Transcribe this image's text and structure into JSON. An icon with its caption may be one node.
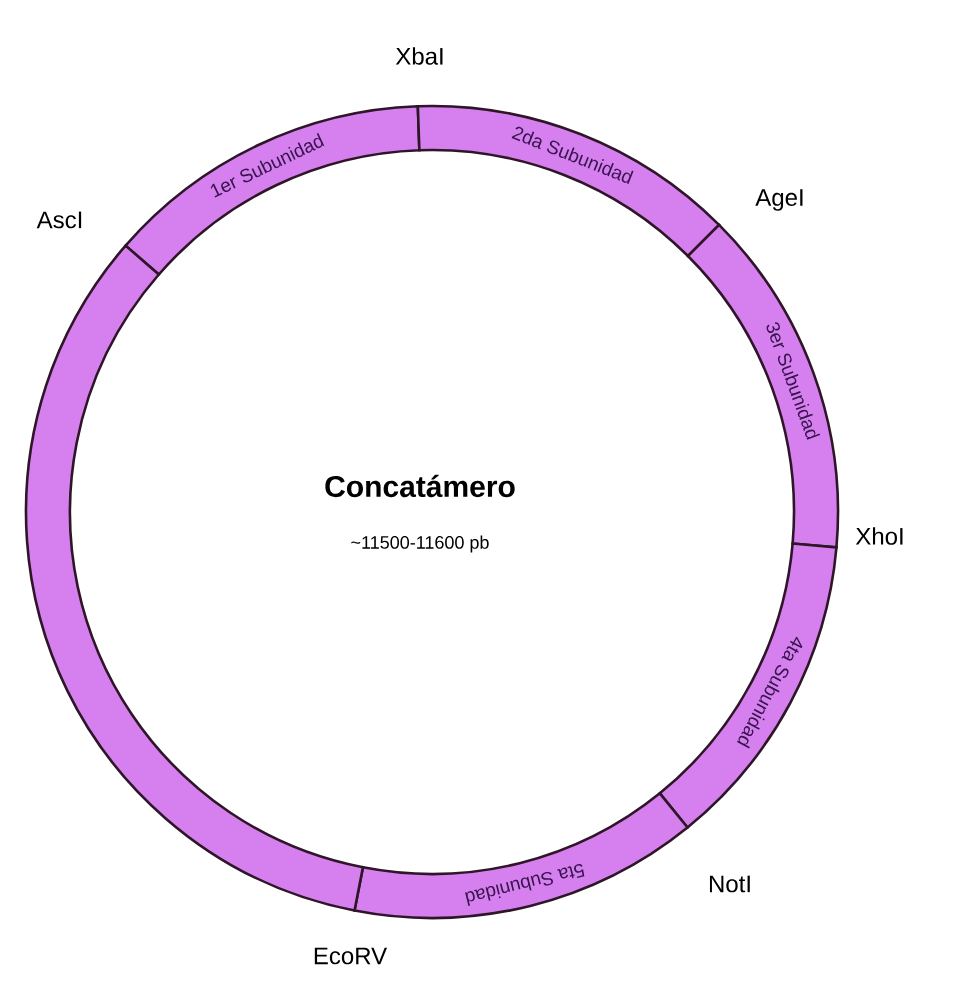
{
  "diagram": {
    "nodes": [
      {
        "text": [
          "1er Subunidad"
        ]
      },
      {
        "text": [
          "2da Subunidad"
        ]
      },
      {
        "text": [
          "3er Subunidad"
        ]
      },
      {
        "text": [
          "4ta Subunidad"
        ]
      },
      {
        "text": [
          "5ta Subunidad"
        ]
      },
      {
        "text": [],
        "shape": "bar"
      }
    ],
    "edges": [],
    "labels": [
      "XbaI",
      "AscI",
      "AgeI",
      "Concatámero",
      "~11500-11600 pb",
      "XhoI",
      "NotI",
      "EcoRV"
    ]
  }
}
